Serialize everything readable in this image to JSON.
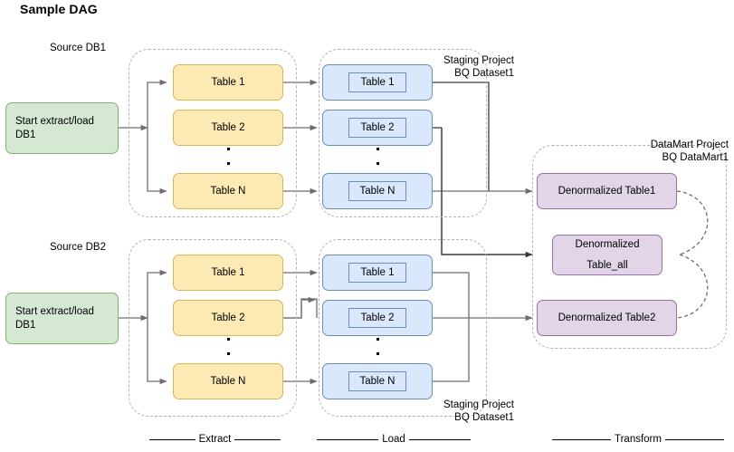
{
  "diagram": {
    "title": "Sample DAG",
    "colors": {
      "start_fill": "#d5e8d4",
      "start_stroke": "#82b366",
      "extract_fill": "#fce9b4",
      "extract_stroke": "#d6b656",
      "load_fill": "#dae8fc",
      "load_stroke": "#6c8ebf",
      "transform_fill": "#e1d5e7",
      "transform_stroke": "#9673a6",
      "zone_stroke": "#b3b3b3",
      "edge_stroke": "#6d6d6d"
    },
    "source_labels": {
      "db1": "Source DB1",
      "db2": "Source DB2"
    },
    "start_nodes": [
      {
        "id": "start-db1",
        "line1": "Start extract/load",
        "line2": "DB1"
      },
      {
        "id": "start-db2",
        "line1": "Start extract/load",
        "line2": "DB1"
      }
    ],
    "extract_row1": [
      {
        "id": "extract1-table1",
        "label": "Table 1"
      },
      {
        "id": "extract1-table2",
        "label": "Table 2"
      },
      {
        "id": "extract1-tablen",
        "label": "Table N"
      }
    ],
    "extract_row2": [
      {
        "id": "extract2-table1",
        "label": "Table 1"
      },
      {
        "id": "extract2-table2",
        "label": "Table 2"
      },
      {
        "id": "extract2-tablen",
        "label": "Table N"
      }
    ],
    "load_row1": [
      {
        "id": "load1-table1",
        "label": "Table 1"
      },
      {
        "id": "load1-table2",
        "label": "Table 2"
      },
      {
        "id": "load1-tablen",
        "label": "Table N"
      }
    ],
    "load_row2": [
      {
        "id": "load2-table1",
        "label": "Table 1"
      },
      {
        "id": "load2-table2",
        "label": "Table 2"
      },
      {
        "id": "load2-tablen",
        "label": "Table N"
      }
    ],
    "staging_label_top": {
      "line1": "Staging Project",
      "line2": "BQ Dataset1"
    },
    "staging_label_bottom": {
      "line1": "Staging Project",
      "line2": "BQ Dataset1"
    },
    "datamart_label": {
      "line1": "DataMart Project",
      "line2": "BQ DataMart1"
    },
    "transform_nodes": [
      {
        "id": "denorm-table1",
        "line1": "Denormalized Table1",
        "line2": ""
      },
      {
        "id": "denorm-table-all",
        "line1": "Denormalized",
        "line2": "Table_all"
      },
      {
        "id": "denorm-table2",
        "line1": "Denormalized Table2",
        "line2": ""
      }
    ],
    "phases": [
      {
        "id": "phase-extract",
        "label": "Extract"
      },
      {
        "id": "phase-load",
        "label": "Load"
      },
      {
        "id": "phase-transform",
        "label": "Transform"
      }
    ]
  }
}
